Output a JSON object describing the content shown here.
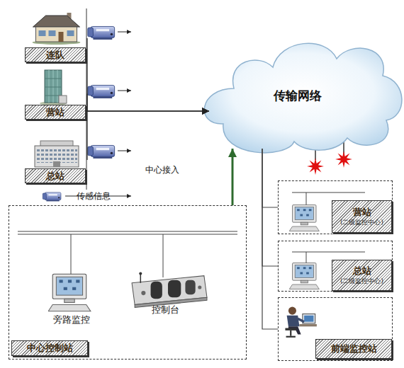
{
  "diagram": {
    "nodes": [
      {
        "text": [
          "连队"
        ]
      },
      {
        "text": [
          "营站"
        ]
      },
      {
        "text": [
          "总站"
        ]
      },
      {
        "text": [
          "传输网络"
        ]
      },
      {
        "text": [
          "中心控制站"
        ]
      },
      {
        "text": [
          "旁路监控"
        ],
        "in": 4
      },
      {
        "text": [
          "控制台"
        ],
        "in": 4
      },
      {
        "text": [
          "营站",
          "(二级监控中心)"
        ]
      },
      {
        "text": [
          "总站",
          "(二级监控中心)"
        ]
      },
      {
        "text": [
          "前端监控站"
        ]
      }
    ],
    "edges": [
      {
        "from": 0,
        "to": 3,
        "arrow": "to"
      },
      {
        "from": 1,
        "to": 3,
        "arrow": "to"
      },
      {
        "from": 2,
        "to": 3,
        "arrow": "to"
      },
      {
        "from": 4,
        "to": 3,
        "arrow": "to"
      },
      {
        "from": 3,
        "to": 7,
        "arrow": "none"
      },
      {
        "from": 3,
        "to": 8,
        "arrow": "none"
      },
      {
        "from": 3,
        "to": 9,
        "arrow": "none"
      }
    ],
    "labels": [
      "中心接入",
      "传感信息"
    ]
  }
}
